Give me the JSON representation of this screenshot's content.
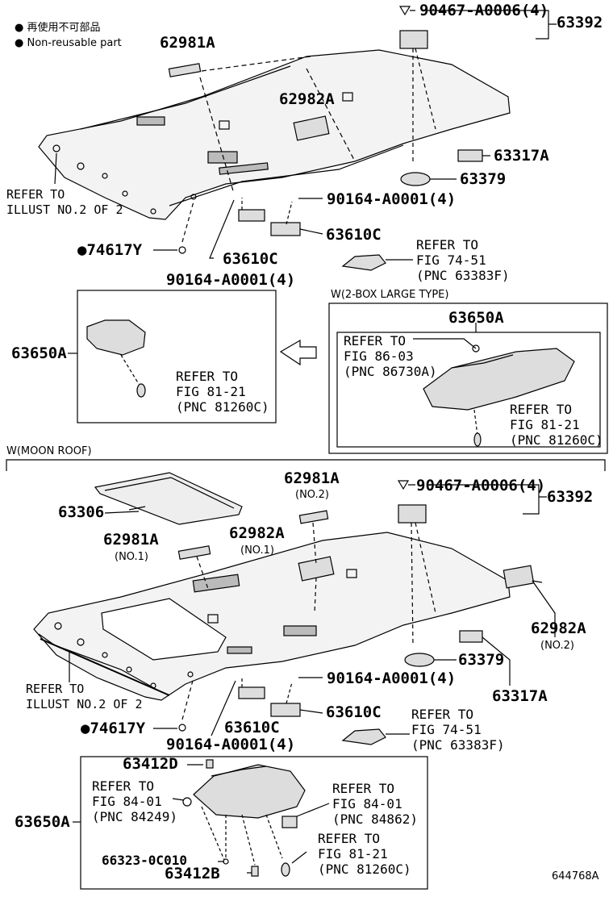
{
  "legend": {
    "jp": "再使用不可部品",
    "en": "Non-reusable part"
  },
  "top": {
    "p62981A": "62981A",
    "p90467": "90467-A0006(4)",
    "p63392": "63392",
    "p62982A": "62982A",
    "p63317A": "63317A",
    "p63379": "63379",
    "p90164_right": "90164-A0001(4)",
    "p63610C_right": "63610C",
    "p63610C_left": "63610C",
    "p74617Y": "74617Y",
    "p90164_left": "90164-A0001(4)",
    "refer_illust": "REFER TO\nILLUST NO.2 OF 2",
    "refer_74_51": "REFER TO\nFIG 74-51\n(PNC 63383F)"
  },
  "middle": {
    "box_caption": "W(2-BOX LARGE TYPE)",
    "p63650A_left": "63650A",
    "refer_81_21_left": "REFER TO\nFIG 81-21\n(PNC 81260C)",
    "p63650A_box": "63650A",
    "refer_86_03": "REFER TO\nFIG 86-03\n(PNC 86730A)",
    "refer_81_21_right": "REFER TO\nFIG 81-21\n(PNC 81260C)"
  },
  "moon": {
    "caption": "W(MOON ROOF)",
    "p63306": "63306",
    "p62981A_no2": "62981A",
    "p62981A_no2_sub": "(NO.2)",
    "p90467": "90467-A0006(4)",
    "p63392": "63392",
    "p62981A_no1": "62981A",
    "p62981A_no1_sub": "(NO.1)",
    "p62982A_no1": "62982A",
    "p62982A_no1_sub": "(NO.1)",
    "p62982A_no2": "62982A",
    "p62982A_no2_sub": "(NO.2)",
    "p63379": "63379",
    "p63317A": "63317A",
    "p90164_right": "90164-A0001(4)",
    "p63610C_right": "63610C",
    "p63610C_left": "63610C",
    "p74617Y": "74617Y",
    "p90164_left": "90164-A0001(4)",
    "refer_illust": "REFER TO\nILLUST NO.2 OF 2",
    "refer_74_51": "REFER TO\nFIG 74-51\n(PNC 63383F)"
  },
  "bottom": {
    "p63412D": "63412D",
    "p63650A": "63650A",
    "refer_84_01_a": "REFER TO\nFIG 84-01\n(PNC 84249)",
    "refer_84_01_b": "REFER TO\nFIG 84-01\n(PNC 84862)",
    "refer_81_21": "REFER TO\nFIG 81-21\n(PNC 81260C)",
    "p66323": "66323-0C010",
    "p63412B": "63412B",
    "figure_id": "644768A"
  }
}
